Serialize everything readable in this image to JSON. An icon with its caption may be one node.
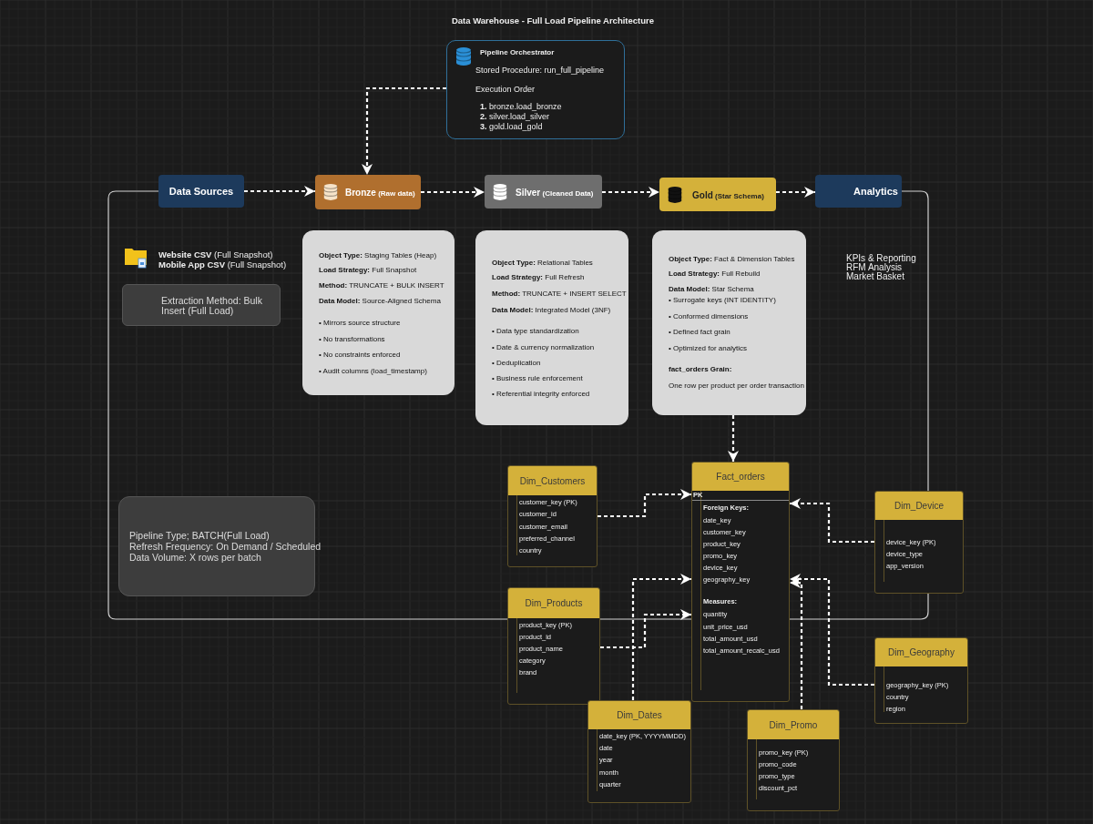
{
  "diagram": {
    "title": "Data Warehouse - Full Load Pipeline Architecture",
    "nodes": [
      {
        "text": [
          "Pipeline Orchestrator",
          "Stored Procedure: run_full_pipeline",
          "Execution Order",
          "**1.** bronze.load_bronze",
          "**2.** silver.load_silver",
          "**3.** gold.load_gold"
        ]
      },
      {
        "text": [
          "Data Sources"
        ]
      },
      {
        "text": [
          "**Bronze** (Raw data)"
        ]
      },
      {
        "text": [
          "**Silver** (Cleaned Data)"
        ]
      },
      {
        "text": [
          "**Gold** (Star Schema)"
        ]
      },
      {
        "text": [
          "Analytics"
        ]
      },
      {
        "text": [
          "Extraction Method: Bulk Insert (Full Load)"
        ]
      },
      {
        "text": [
          "**Object Type:** Staging Tables (Heap)",
          "**Load Strategy:** Full Snapshot",
          "**Method:** TRUNCATE + BULK INSERT",
          "**Data Model:** Source-Aligned Schema",
          "• Mirrors source structure",
          "• No transformations",
          "• No constraints enforced",
          "• Audit columns (load_timestamp)"
        ]
      },
      {
        "text": [
          "**Object Type:** Relational Tables",
          "**Load Strategy:** Full Refresh",
          "**Method:** TRUNCATE + INSERT SELECT",
          "**Data Model:** Integrated Model (3NF)",
          "• Data type standardization",
          "• Date & currency normalization",
          "• Deduplication",
          "• Business rule enforcement",
          "• Referential integrity enforced"
        ]
      },
      {
        "text": [
          "**Object Type:** Fact & Dimension Tables",
          "**Load Strategy:** Full Rebuild",
          "**Data Model:** Star Schema",
          "• Surrogate keys (INT IDENTITY)",
          "• Conformed dimensions",
          "• Defined fact grain",
          "• Optimized for analytics",
          "fact_orders Grain:",
          "One row per product per order transaction"
        ]
      },
      {
        "text": [
          "Dim_Customers",
          "customer_key (PK)",
          "customer_id",
          "customer_email",
          "preferred_channel",
          "country"
        ]
      },
      {
        "text": [
          "Fact_orders",
          "PK",
          "Foreign Keys:",
          "date_key",
          "customer_key",
          "product_key",
          "promo_key",
          "device_key",
          "geography_key",
          "Measures:",
          "quantity",
          "unit_price_usd",
          "total_amount_usd",
          "total_amount_recalc_usd"
        ]
      },
      {
        "text": [
          "Dim_Device",
          "device_key (PK)",
          "device_type",
          "app_version"
        ]
      },
      {
        "text": [
          "Pipeline Type; BATCH(Full Load)",
          "Refresh Frequency: On Demand / Scheduled",
          "Data Volume: X rows per batch"
        ]
      },
      {
        "text": [
          "Dim_Products",
          "product_key (PK)",
          "product_id",
          "product_name",
          "category",
          "brand"
        ]
      },
      {
        "text": [
          "Dim_Geography",
          "geography_key (PK)",
          "country",
          "region"
        ]
      },
      {
        "text": [
          "Dim_Dates",
          "date_key (PK, YYYYMMDD)",
          "date",
          "year",
          "month",
          "quarter"
        ]
      },
      {
        "text": [
          "Dim_Promo",
          "promo_key (PK)",
          "promo_code",
          "promo_type",
          "discount_pct"
        ]
      }
    ],
    "edges": [
      {
        "from": 0,
        "to": 2,
        "arrow": "to",
        "style": "dashed"
      },
      {
        "from": 1,
        "to": 2,
        "arrow": "to",
        "style": "dashed"
      },
      {
        "from": 2,
        "to": 3,
        "arrow": "to",
        "style": "dashed"
      },
      {
        "from": 3,
        "to": 4,
        "arrow": "to",
        "style": "dashed"
      },
      {
        "from": 4,
        "to": 5,
        "arrow": "to",
        "style": "dashed"
      },
      {
        "from": 9,
        "to": 11,
        "arrow": "to",
        "style": "dashed"
      },
      {
        "from": 10,
        "to": 11,
        "arrow": "to",
        "style": "dashed"
      },
      {
        "from": 12,
        "to": 11,
        "arrow": "to",
        "style": "dashed"
      },
      {
        "from": 14,
        "to": 11,
        "arrow": "to",
        "style": "dashed"
      },
      {
        "from": 16,
        "to": 11,
        "arrow": "to",
        "style": "dashed"
      },
      {
        "from": 15,
        "to": 11,
        "arrow": "to",
        "style": "dashed"
      },
      {
        "from": 17,
        "to": 11,
        "arrow": "to",
        "style": "dashed"
      }
    ],
    "labels": [
      "**Website CSV** (Full Snapshot)",
      "**Mobile App CSV** (Full Snapshot)",
      "KPIs & Reporting",
      "RFM Analysis",
      "Market Basket"
    ]
  }
}
